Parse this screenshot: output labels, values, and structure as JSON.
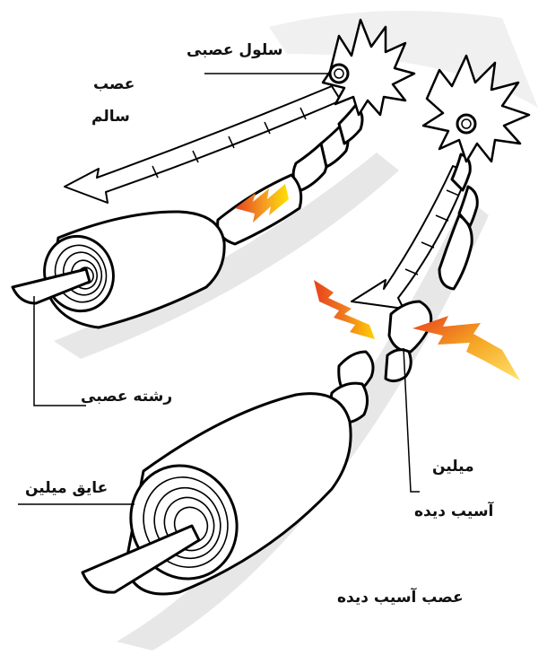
{
  "labels": {
    "nerve_cell": "سلول عصبی",
    "healthy_nerve_line1": "عصب",
    "healthy_nerve_line2": "سالم",
    "nerve_fiber": "رشته عصبی",
    "myelin_insulator": "عایق میلین",
    "damaged_myelin_line1": "میلین",
    "damaged_myelin_line2": "آسیب دیده",
    "damaged_nerve": "عصب آسیب دیده"
  },
  "colors": {
    "outline": "#000000",
    "fill": "#ffffff",
    "shadow": "#c8c8c8",
    "signal_red": "#e8421c",
    "signal_orange": "#f5a623",
    "signal_yellow": "#ffe000"
  }
}
